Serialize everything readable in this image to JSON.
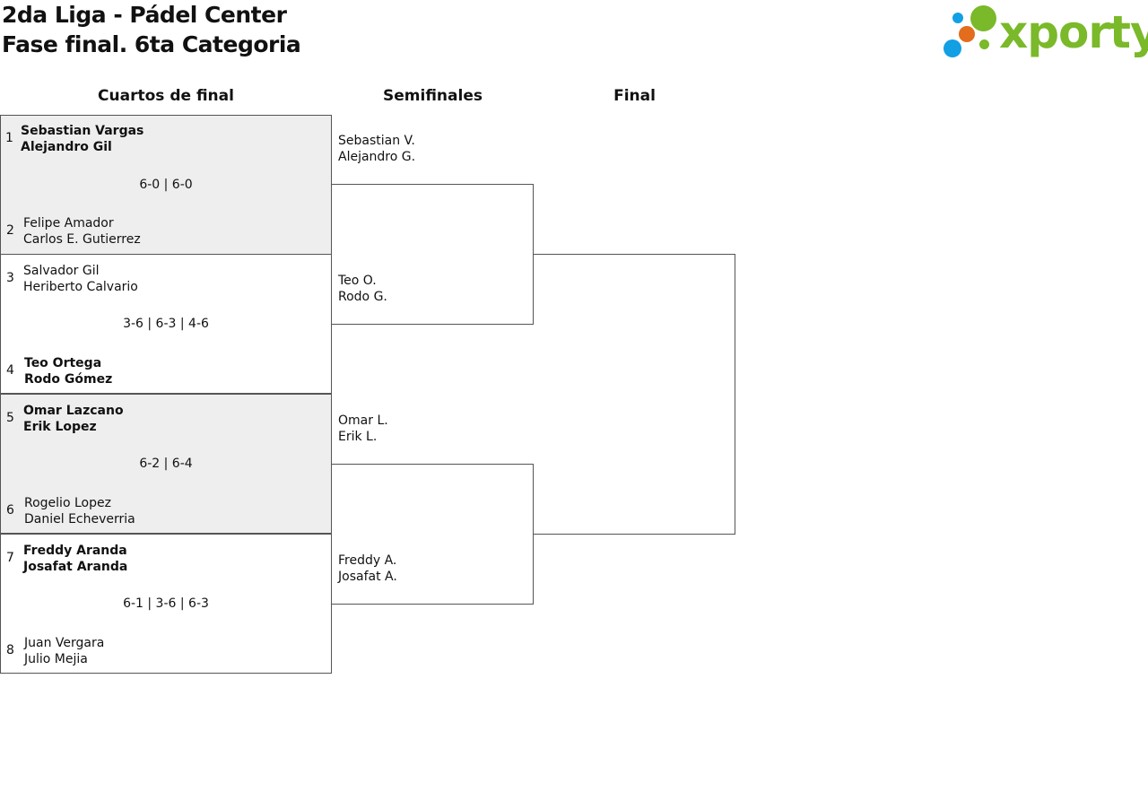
{
  "header": {
    "title_line1": "2da Liga - Pádel Center",
    "title_line2": "Fase final. 6ta Categoria"
  },
  "logo": {
    "text": "xporty",
    "icon": "xporty-dots-logo",
    "colors": {
      "text": "#7ab929",
      "blue": "#129fe4",
      "orange": "#e36c1d",
      "green": "#7ab929"
    }
  },
  "rounds": {
    "quarterfinals": "Cuartos de final",
    "semifinals": "Semifinales",
    "final": "Final"
  },
  "quarterfinals": [
    {
      "top": {
        "seed": "1",
        "p1": "Sebastian Vargas",
        "p2": "Alejandro Gil",
        "winner": true
      },
      "bottom": {
        "seed": "2",
        "p1": "Felipe Amador",
        "p2": "Carlos E. Gutierrez",
        "winner": false
      },
      "score": "6-0 | 6-0",
      "shaded": true
    },
    {
      "top": {
        "seed": "3",
        "p1": "Salvador Gil",
        "p2": "Heriberto Calvario",
        "winner": false
      },
      "bottom": {
        "seed": "4",
        "p1": "Teo Ortega",
        "p2": "Rodo Gómez",
        "winner": true
      },
      "score": "3-6 | 6-3 | 4-6",
      "shaded": false
    },
    {
      "top": {
        "seed": "5",
        "p1": "Omar Lazcano",
        "p2": "Erik Lopez",
        "winner": true
      },
      "bottom": {
        "seed": "6",
        "p1": "Rogelio Lopez",
        "p2": "Daniel Echeverria",
        "winner": false
      },
      "score": "6-2 | 6-4",
      "shaded": true
    },
    {
      "top": {
        "seed": "7",
        "p1": "Freddy Aranda",
        "p2": "Josafat Aranda",
        "winner": true
      },
      "bottom": {
        "seed": "8",
        "p1": "Juan Vergara",
        "p2": "Julio Mejia",
        "winner": false
      },
      "score": "6-1 | 3-6 | 6-3",
      "shaded": false
    }
  ],
  "semifinalists": [
    {
      "p1": "Sebastian V.",
      "p2": "Alejandro G."
    },
    {
      "p1": "Teo O.",
      "p2": "Rodo G."
    },
    {
      "p1": "Omar L.",
      "p2": "Erik L."
    },
    {
      "p1": "Freddy A.",
      "p2": "Josafat A."
    }
  ]
}
